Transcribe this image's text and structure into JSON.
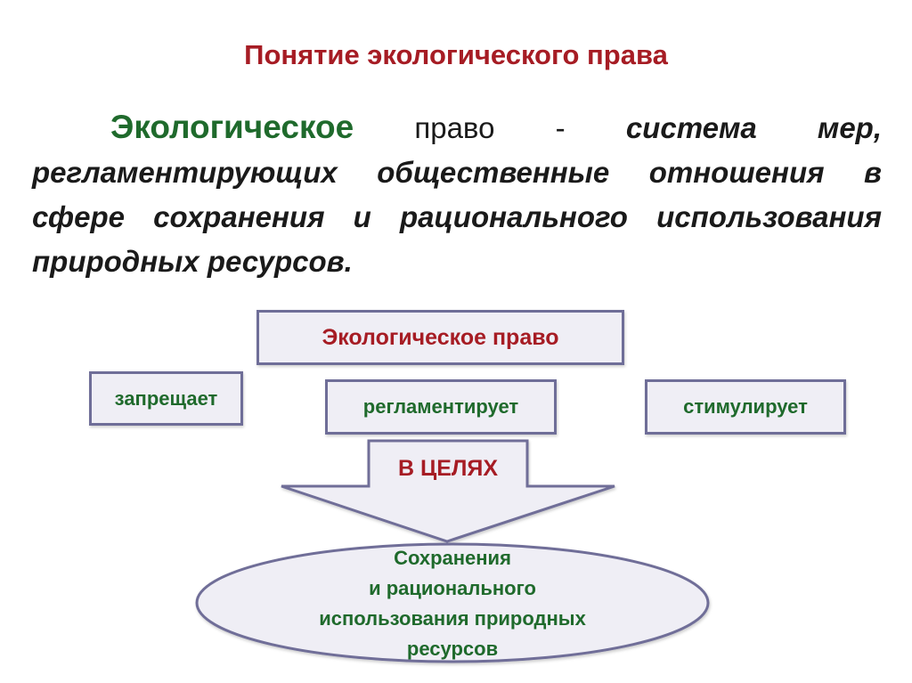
{
  "title": "Понятие экологического права",
  "definition": {
    "term": "Экологическое",
    "word_pravo": "право",
    "dash": "-",
    "w_sistema": "система",
    "w_mer": "мер,",
    "line2": "регламентирующих общественные отношения в",
    "line3": "сфере сохранения и рационального использования",
    "line4": "природных ресурсов."
  },
  "diagram": {
    "main": "Экологическое право",
    "functions": [
      "запрещает",
      "регламентирует",
      "стимулирует"
    ],
    "arrow_label": "В ЦЕЛЯХ",
    "goal_lines": [
      "Сохранения",
      "и рационального",
      "использования природных",
      "ресурсов"
    ]
  },
  "colors": {
    "title": "#a61c24",
    "term": "#1f6a2c",
    "box_border": "#6f6e98",
    "box_fill": "#efeef5"
  }
}
